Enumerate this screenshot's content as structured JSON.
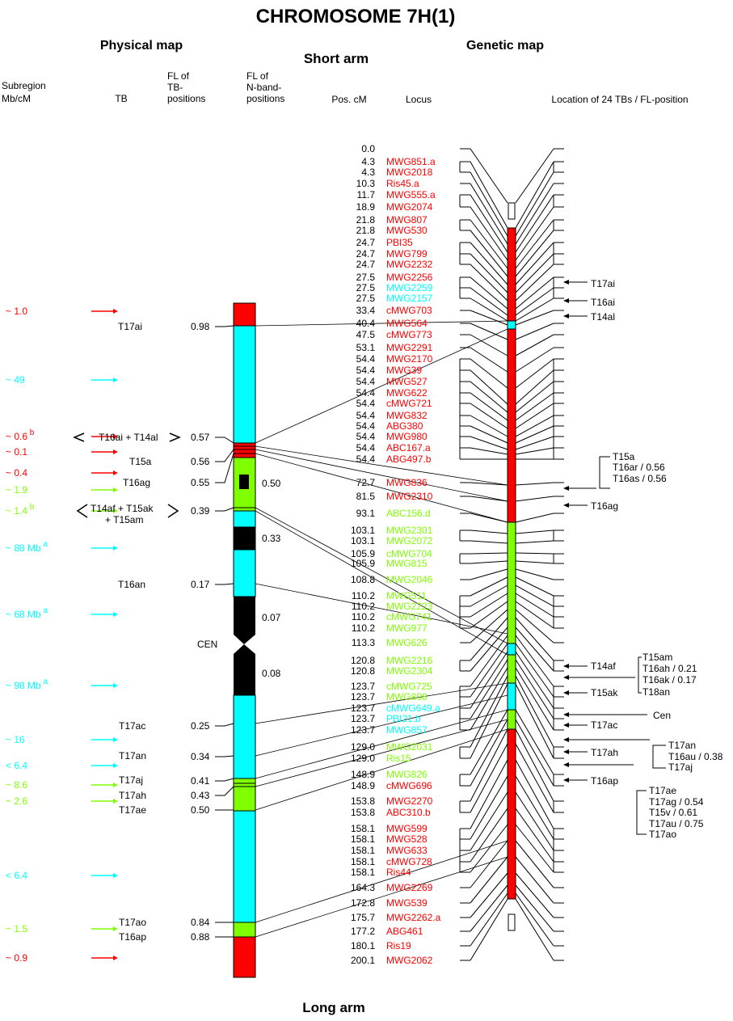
{
  "title": "CHROMOSOME 7H(1)",
  "headers": {
    "physical_map": "Physical map",
    "genetic_map": "Genetic map",
    "short_arm": "Short arm",
    "long_arm": "Long arm",
    "subregion": [
      "Subregion",
      "Mb/cM"
    ],
    "tb": "TB",
    "fl_tb": [
      "FL of",
      "TB-",
      "positions"
    ],
    "fl_nband": [
      "FL of",
      "N-band-",
      "positions"
    ],
    "pos_cm": "Pos. cM",
    "locus": "Locus",
    "location": "Location of 24 TBs / FL-position",
    "cen": "CEN"
  },
  "colors": {
    "red": "#ff0000",
    "cyan": "#00ffff",
    "green": "#80ff00",
    "black": "#000000"
  },
  "subregions": [
    {
      "label": "~ 1.0",
      "color": "red"
    },
    {
      "label": "~ 49",
      "color": "cyan"
    },
    {
      "label": "~ 0.6",
      "sup": "b",
      "color": "red"
    },
    {
      "label": "~ 0.1",
      "color": "red"
    },
    {
      "label": "~ 0.4",
      "color": "red"
    },
    {
      "label": "~ 1.9",
      "color": "green"
    },
    {
      "label": "~ 1.4",
      "sup": "b",
      "color": "green"
    },
    {
      "label": "~ 88 Mb",
      "sup": "a",
      "color": "cyan"
    },
    {
      "label": "~ 68 Mb",
      "sup": "a",
      "color": "cyan"
    },
    {
      "label": "~ 98 Mb",
      "sup": "a",
      "color": "cyan"
    },
    {
      "label": "~ 16",
      "color": "cyan"
    },
    {
      "label": "< 6.4",
      "color": "cyan"
    },
    {
      "label": "~ 8.6",
      "color": "green"
    },
    {
      "label": "~ 2.6",
      "color": "green"
    },
    {
      "label": "< 6.4",
      "color": "cyan"
    },
    {
      "label": "~ 1.5",
      "color": "green"
    },
    {
      "label": "~ 0.9",
      "color": "red"
    }
  ],
  "tb_labels": [
    {
      "tb": "T17ai",
      "fl": "0.98"
    },
    {
      "tb": "T16ai + T14al",
      "fl": "0.57"
    },
    {
      "tb": "T15a",
      "fl": "0.56"
    },
    {
      "tb": "T16ag",
      "fl": "0.55"
    },
    {
      "tb": "T14af + T15ak",
      "tb2": "+ T15am",
      "fl": "0.39"
    },
    {
      "tb": "T16an",
      "fl": "0.17"
    },
    {
      "tb": "T17ac",
      "fl": "0.25"
    },
    {
      "tb": "T17an",
      "fl": "0.34"
    },
    {
      "tb": "T17aj",
      "fl": "0.41"
    },
    {
      "tb": "T17ah",
      "fl": "0.43"
    },
    {
      "tb": "T17ae",
      "fl": "0.50"
    },
    {
      "tb": "T17ao",
      "fl": "0.84"
    },
    {
      "tb": "T16ap",
      "fl": "0.88"
    }
  ],
  "nband_positions": [
    "0.50",
    "0.33",
    "0.07",
    "0.08"
  ],
  "loci": [
    {
      "pos": "0.0",
      "name": "",
      "color": "red"
    },
    {
      "pos": "4.3",
      "name": "MWG851.a",
      "color": "red"
    },
    {
      "pos": "4.3",
      "name": "MWG2018",
      "color": "red"
    },
    {
      "pos": "10.3",
      "name": "Ris45.a",
      "color": "red"
    },
    {
      "pos": "11.7",
      "name": "MWG555.a",
      "color": "red"
    },
    {
      "pos": "18.9",
      "name": "MWG2074",
      "color": "red"
    },
    {
      "pos": "21.8",
      "name": "MWG807",
      "color": "red"
    },
    {
      "pos": "21.8",
      "name": "MWG530",
      "color": "red"
    },
    {
      "pos": "24.7",
      "name": "PBI35",
      "color": "red"
    },
    {
      "pos": "24.7",
      "name": "MWG799",
      "color": "red"
    },
    {
      "pos": "24.7",
      "name": "MWG2232",
      "color": "red"
    },
    {
      "pos": "27.5",
      "name": "MWG2256",
      "color": "red"
    },
    {
      "pos": "27.5",
      "name": "MWG2259",
      "color": "cyan"
    },
    {
      "pos": "27.5",
      "name": "MWG2157",
      "color": "cyan"
    },
    {
      "pos": "33.4",
      "name": "cMWG703",
      "color": "red"
    },
    {
      "pos": "40.4",
      "name": "MWG564",
      "color": "red"
    },
    {
      "pos": "47.5",
      "name": "cMWG773",
      "color": "red"
    },
    {
      "pos": "53.1",
      "name": "MWG2291",
      "color": "red"
    },
    {
      "pos": "54.4",
      "name": "MWG2170",
      "color": "red"
    },
    {
      "pos": "54.4",
      "name": "MWG39",
      "color": "red"
    },
    {
      "pos": "54.4",
      "name": "MWG527",
      "color": "red"
    },
    {
      "pos": "54.4",
      "name": "MWG622",
      "color": "red"
    },
    {
      "pos": "54.4",
      "name": "cMWG721",
      "color": "red"
    },
    {
      "pos": "54.4",
      "name": "MWG832",
      "color": "red"
    },
    {
      "pos": "54.4",
      "name": "ABG380",
      "color": "red"
    },
    {
      "pos": "54.4",
      "name": "MWG980",
      "color": "red"
    },
    {
      "pos": "54.4",
      "name": "ABC167.a",
      "color": "red"
    },
    {
      "pos": "54.4",
      "name": "ABG497.b",
      "color": "red"
    },
    {
      "pos": "72.7",
      "name": "MWG836",
      "color": "red"
    },
    {
      "pos": "81.5",
      "name": "MWG2310",
      "color": "red"
    },
    {
      "pos": "93.1",
      "name": "ABC156.d",
      "color": "green"
    },
    {
      "pos": "103.1",
      "name": "MWG2301",
      "color": "green"
    },
    {
      "pos": "103.1",
      "name": "MWG2072",
      "color": "green"
    },
    {
      "pos": "105.9",
      "name": "cMWG704",
      "color": "green"
    },
    {
      "pos": "105.9",
      "name": "MWG815",
      "color": "green"
    },
    {
      "pos": "108.8",
      "name": "MWG2046",
      "color": "green"
    },
    {
      "pos": "110.2",
      "name": "MWG511",
      "color": "green"
    },
    {
      "pos": "110.2",
      "name": "MWG2223",
      "color": "green"
    },
    {
      "pos": "110.2",
      "name": "cMWG741",
      "color": "green"
    },
    {
      "pos": "110.2",
      "name": "MWG977",
      "color": "green"
    },
    {
      "pos": "113.3",
      "name": "MWG626",
      "color": "green"
    },
    {
      "pos": "120.8",
      "name": "MWG2216",
      "color": "green"
    },
    {
      "pos": "120.8",
      "name": "MWG2304",
      "color": "green"
    },
    {
      "pos": "123.7",
      "name": "cMWG725",
      "color": "green"
    },
    {
      "pos": "123.7",
      "name": "MWG808",
      "color": "green"
    },
    {
      "pos": "123.7",
      "name": "cMWG649.a",
      "color": "cyan"
    },
    {
      "pos": "123.7",
      "name": "PBI21.b",
      "color": "cyan"
    },
    {
      "pos": "123.7",
      "name": "MWG857",
      "color": "cyan"
    },
    {
      "pos": "129.0",
      "name": "MWG2031",
      "color": "green"
    },
    {
      "pos": "129.0",
      "name": "Ris15",
      "color": "green"
    },
    {
      "pos": "148.9",
      "name": "MWG826",
      "color": "green"
    },
    {
      "pos": "148.9",
      "name": "cMWG696",
      "color": "red"
    },
    {
      "pos": "153.8",
      "name": "MWG2270",
      "color": "red"
    },
    {
      "pos": "153.8",
      "name": "ABC310.b",
      "color": "red"
    },
    {
      "pos": "158.1",
      "name": "MWG599",
      "color": "red"
    },
    {
      "pos": "158.1",
      "name": "MWG528",
      "color": "red"
    },
    {
      "pos": "158.1",
      "name": "MWG633",
      "color": "red"
    },
    {
      "pos": "158.1",
      "name": "cMWG728",
      "color": "red"
    },
    {
      "pos": "158.1",
      "name": "Ris44",
      "color": "red"
    },
    {
      "pos": "164.3",
      "name": "MWG2269",
      "color": "red"
    },
    {
      "pos": "172.8",
      "name": "MWG539",
      "color": "red"
    },
    {
      "pos": "175.7",
      "name": "MWG2262.a",
      "color": "red"
    },
    {
      "pos": "177.2",
      "name": "ABG461",
      "color": "red"
    },
    {
      "pos": "180.1",
      "name": "Ris19",
      "color": "red"
    },
    {
      "pos": "200.1",
      "name": "MWG2062",
      "color": "red"
    }
  ],
  "location_labels": {
    "T17ai": "T17ai",
    "T16ai": "T16ai",
    "T14al": "T14al",
    "t15a_group": [
      "T15a",
      "T16ar  / 0.56",
      "T16as  / 0.56"
    ],
    "T16ag": "T16ag",
    "T14af": "T14af",
    "t15am_group": [
      "T15am",
      "T16ah  / 0.21",
      "T16ak  / 0.17"
    ],
    "T15ak": "T15ak",
    "T18an": "T18an",
    "Cen": "Cen",
    "T17ac": "T17ac",
    "T17ah": "T17ah",
    "t17an_group": [
      "T17an",
      "T16au / 0.38",
      "T17aj"
    ],
    "T16ap": "T16ap",
    "t17ae_group": [
      "T17ae",
      "T17ag  / 0.54",
      "T15v    / 0.61",
      "T17au  / 0.75",
      "T17ao"
    ]
  }
}
